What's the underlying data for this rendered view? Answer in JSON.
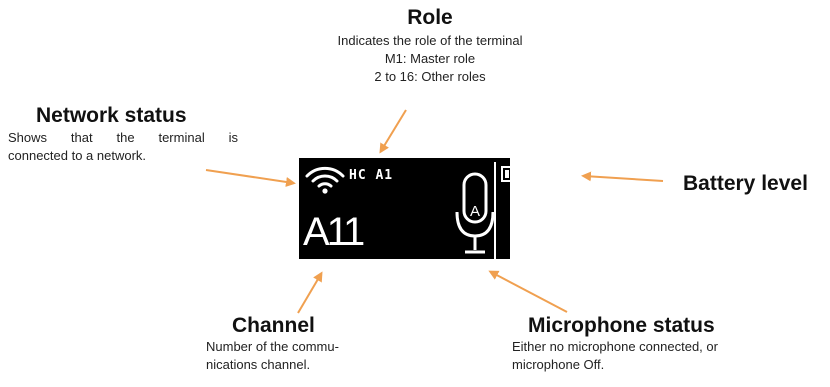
{
  "callouts": {
    "role": {
      "title": "Role",
      "lines": [
        "Indicates the role of the terminal",
        "M1: Master role",
        "2 to 16: Other roles"
      ]
    },
    "network_status": {
      "title": "Network status",
      "line1": "Shows that the terminal is",
      "line2": "connected to a network."
    },
    "battery_level": {
      "title": "Battery level"
    },
    "channel": {
      "title": "Channel",
      "line1": "Number of the commu-",
      "line2": "nications channel."
    },
    "microphone_status": {
      "title": "Microphone status",
      "line1": "Either no microphone connected, or",
      "line2": "microphone Off."
    }
  },
  "screen": {
    "role_text": "HC A1",
    "channel_text": "A11",
    "mic_letter": "A"
  },
  "colors": {
    "arrow": "#f0a050",
    "screen_bg": "#000000",
    "screen_fg": "#ffffff"
  },
  "icons": [
    "wifi-icon",
    "battery-icon",
    "microphone-icon"
  ]
}
